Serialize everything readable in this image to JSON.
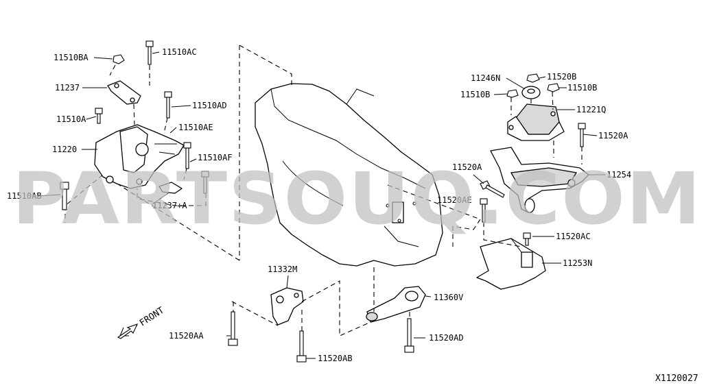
{
  "diagram_id": "X1120027",
  "watermark": "PARTSOUQ.COM",
  "front_label": "FRONT",
  "parts": {
    "p11510BA": "11510BA",
    "p11510AC": "11510AC",
    "p11237": "11237",
    "p11510AD": "11510AD",
    "p11510A": "11510A",
    "p11510AE": "11510AE",
    "p11220": "11220",
    "p11510AF": "11510AF",
    "p11510AB": "11510AB",
    "p11237A": "11237+A",
    "p11246N": "11246N",
    "p11520B": "11520B",
    "p11510B_left": "11510B",
    "p11510B_right": "11510B",
    "p11221Q": "11221Q",
    "p11520A_right": "11520A",
    "p11520A_mid": "11520A",
    "p11254": "11254",
    "p11520AE": "11520AE",
    "p11520AC": "11520AC",
    "p11253N": "11253N",
    "p11332M": "11332M",
    "p11360V": "11360V",
    "p11520AA": "11520AA",
    "p11520AB": "11520AB",
    "p11520AD": "11520AD"
  },
  "colors": {
    "line": "#000000",
    "watermark": "#bfbfbf",
    "background": "#ffffff"
  }
}
